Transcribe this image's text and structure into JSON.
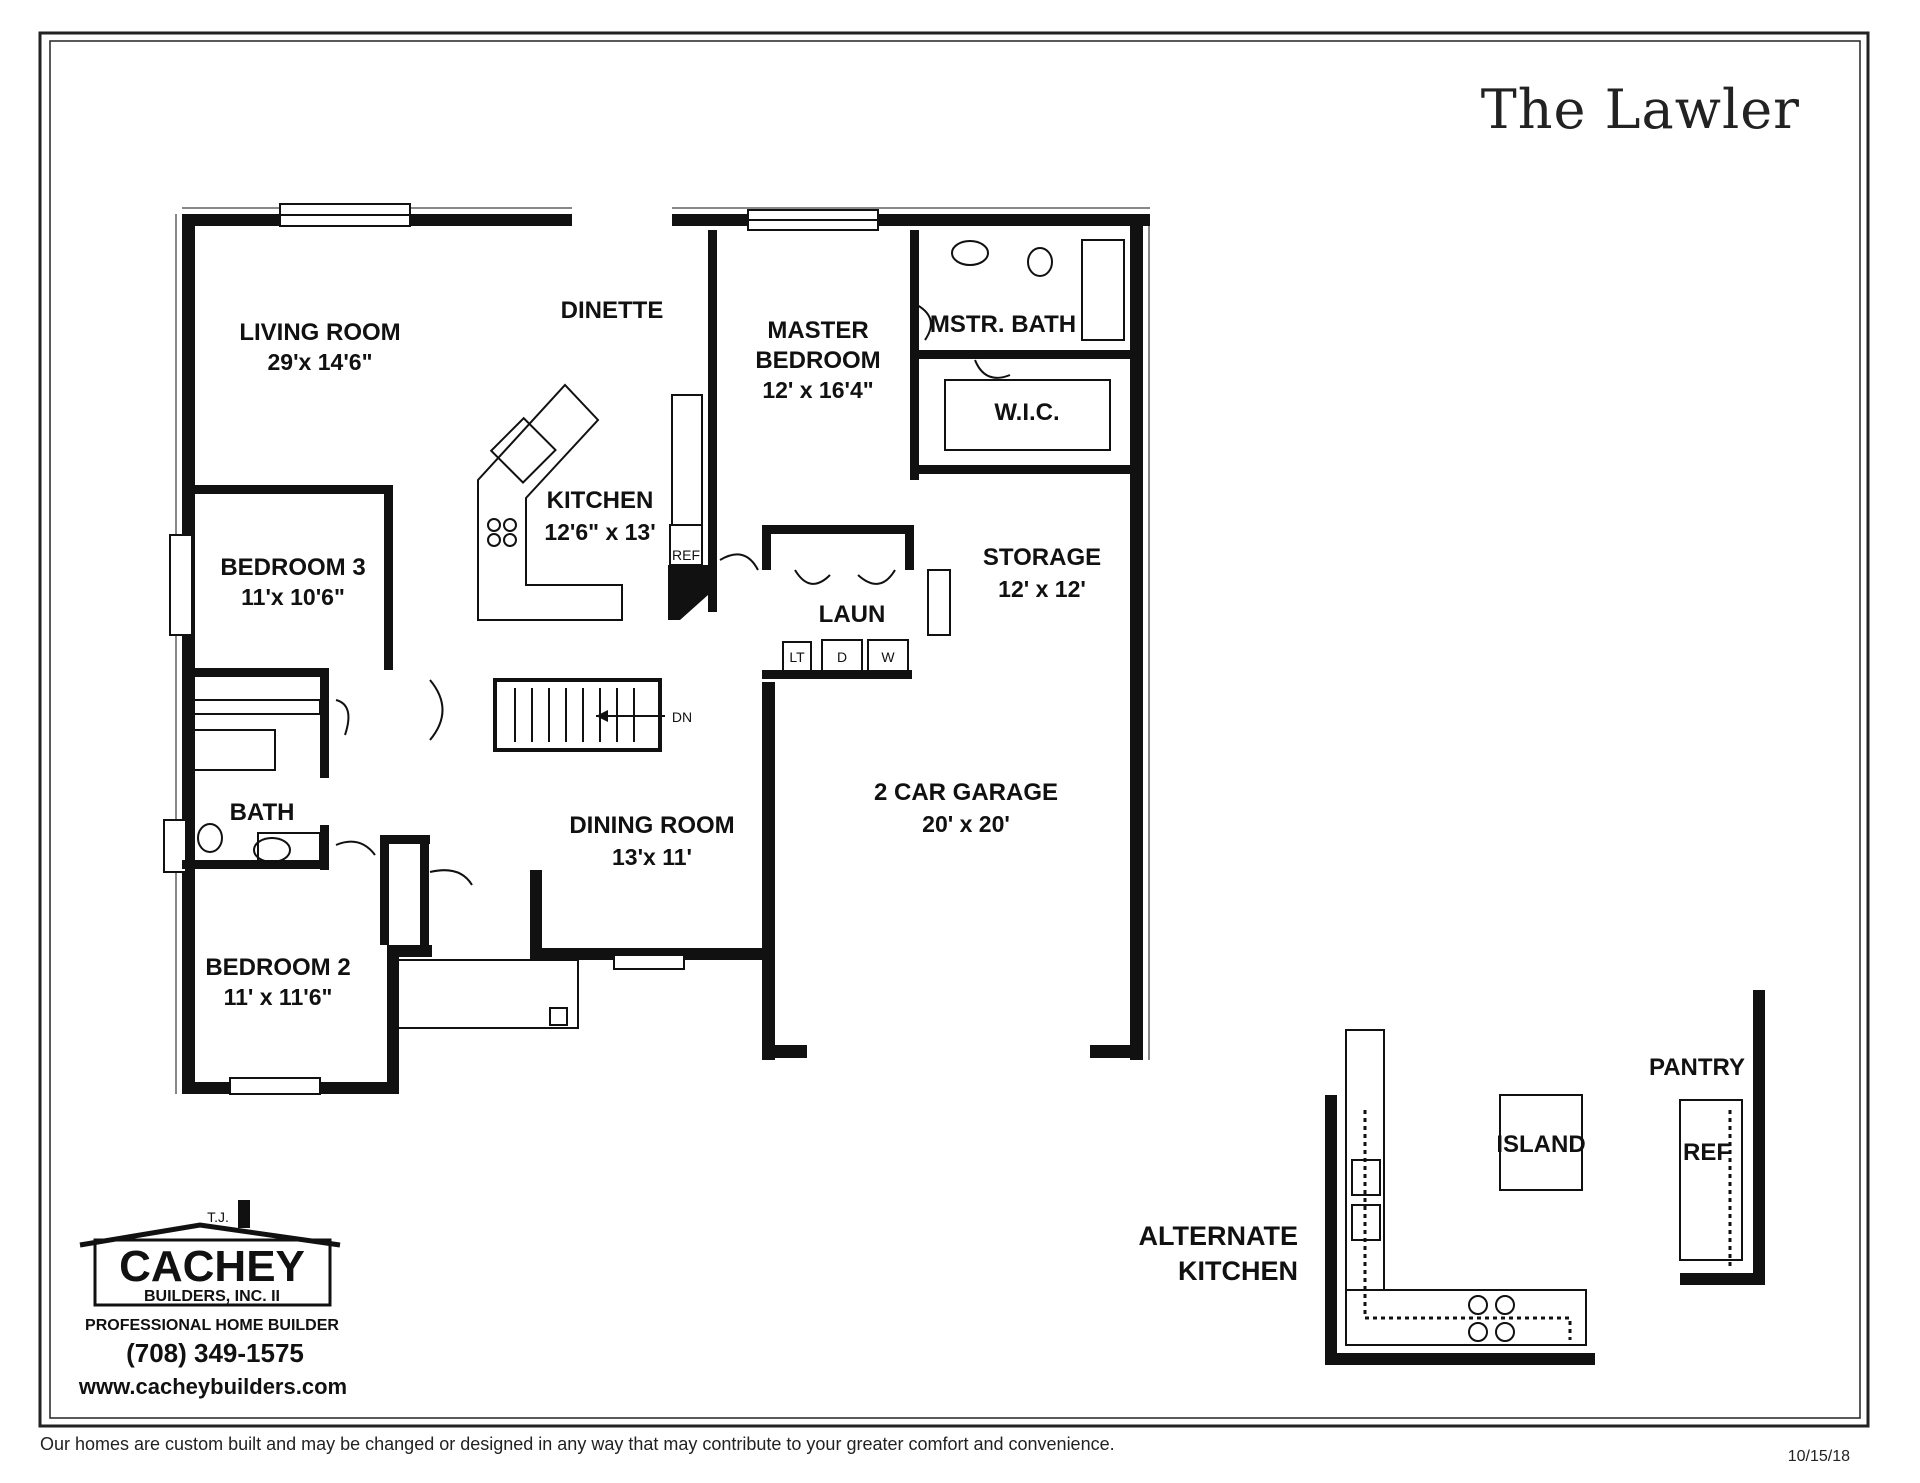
{
  "title": "The Lawler",
  "rooms": {
    "living_room": {
      "name": "LIVING ROOM",
      "dim": "29'x 14'6\""
    },
    "dinette": {
      "name": "DINETTE"
    },
    "master_bedroom": {
      "name_line1": "MASTER",
      "name_line2": "BEDROOM",
      "dim": "12' x 16'4\""
    },
    "master_bath": {
      "name": "MSTR. BATH"
    },
    "wic": {
      "name": "W.I.C."
    },
    "kitchen": {
      "name": "KITCHEN",
      "dim": "12'6\" x 13'"
    },
    "ref_label": "REF",
    "storage": {
      "name": "STORAGE",
      "dim": "12' x 12'"
    },
    "bedroom3": {
      "name": "BEDROOM 3",
      "dim": "11'x 10'6\""
    },
    "laundry": {
      "name": "LAUN",
      "lt": "LT",
      "d": "D",
      "w": "W"
    },
    "stairs_dn": "DN",
    "bath": {
      "name": "BATH"
    },
    "garage": {
      "name": "2 CAR GARAGE",
      "dim": "20' x 20'"
    },
    "dining_room": {
      "name": "DINING ROOM",
      "dim": "13'x 11'"
    },
    "bedroom2": {
      "name": "BEDROOM 2",
      "dim": "11' x 11'6\""
    }
  },
  "alternate_kitchen": {
    "label_line1": "ALTERNATE",
    "label_line2": "KITCHEN",
    "island": "ISLAND",
    "pantry": "PANTRY",
    "ref": "REF"
  },
  "builder": {
    "tj": "T.J.",
    "name": "CACHEY",
    "sub": "BUILDERS, INC. II",
    "tagline": "PROFESSIONAL HOME BUILDER",
    "phone": "(708) 349-1575",
    "website": "www.cacheybuilders.com"
  },
  "footer": {
    "disclaimer": "Our homes are custom built and may be changed or designed in any way that may contribute to your greater comfort and convenience.",
    "date": "10/15/18"
  }
}
